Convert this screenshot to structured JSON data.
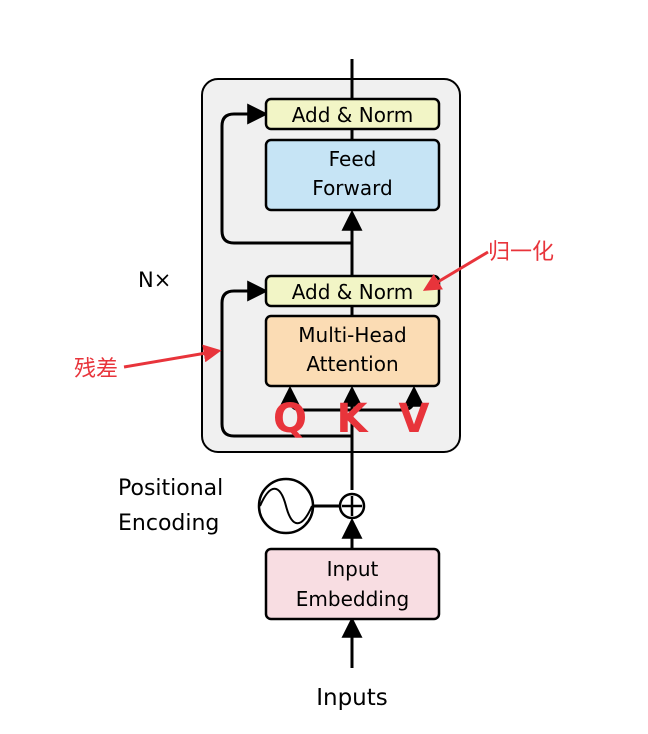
{
  "blocks": {
    "add_norm_top": "Add & Norm",
    "feed_forward_line1": "Feed",
    "feed_forward_line2": "Forward",
    "add_norm_bottom": "Add & Norm",
    "multi_head_line1": "Multi-Head",
    "multi_head_line2": "Attention",
    "input_embedding_line1": "Input",
    "input_embedding_line2": "Embedding"
  },
  "labels": {
    "nx": "N×",
    "positional_line1": "Positional",
    "positional_line2": "Encoding",
    "inputs": "Inputs"
  },
  "annotations": {
    "normalization": "归一化",
    "residual": "残差",
    "q": "Q",
    "k": "K",
    "v": "V"
  },
  "colors": {
    "add_norm_fill": "#f2f5c6",
    "feed_forward_fill": "#c6e4f5",
    "attention_fill": "#fbdcb4",
    "embedding_fill": "#f8dde2",
    "container_fill": "#f0f0f0",
    "annotation_red": "#e8343b"
  }
}
